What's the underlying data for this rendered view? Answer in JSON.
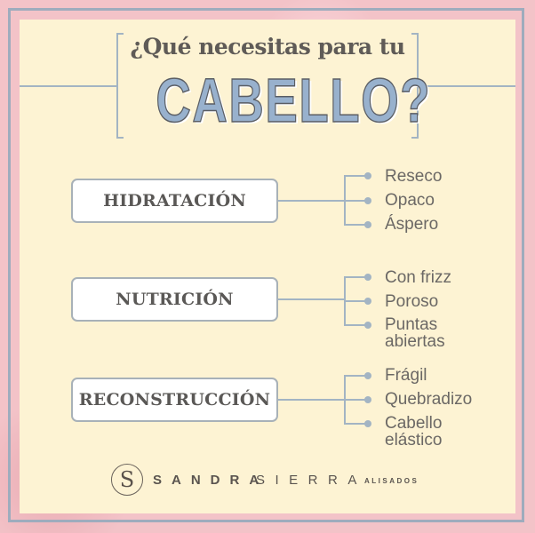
{
  "header": {
    "subtitle": "¿Qué necesitas para tu",
    "headline": "CABELLO?"
  },
  "categories": [
    {
      "label": "HIDRATACIÓN",
      "items": [
        "Reseco",
        "Opaco",
        "Áspero"
      ]
    },
    {
      "label": "NUTRICIÓN",
      "items": [
        "Con frizz",
        "Poroso",
        "Puntas abiertas"
      ]
    },
    {
      "label": "RECONSTRUCCIÓN",
      "items": [
        "Frágil",
        "Quebradizo",
        "Cabello elástico"
      ]
    }
  ],
  "items_display": {
    "c0": [
      "Reseco",
      "Opaco",
      "Áspero"
    ],
    "c1": [
      "Con frizz",
      "Poroso",
      "Puntas",
      "abiertas"
    ],
    "c2": [
      "Frágil",
      "Quebradizo",
      "Cabello",
      "elástico"
    ]
  },
  "brand": {
    "monogram": "S",
    "name_bold": "SANDRA",
    "name_light": "SIERRA",
    "tagline": "ALISADOS"
  },
  "colors": {
    "background_pink": "#f3c3c8",
    "panel_cream": "#fdf3d3",
    "accent_blue": "#98b1cd",
    "line_blue_gray": "#a3b4c3",
    "text_dark": "#5a5856"
  }
}
